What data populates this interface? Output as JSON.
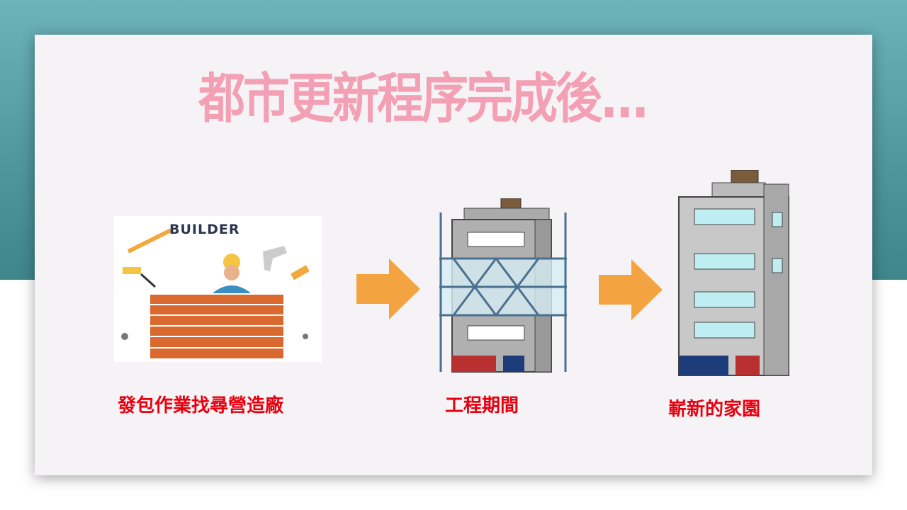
{
  "slide": {
    "title": "都市更新程序完成後...",
    "steps": [
      {
        "caption": "發包作業找尋營造廠",
        "image_label": "BUILDER"
      },
      {
        "caption": "工程期間"
      },
      {
        "caption": "嶄新的家園"
      }
    ],
    "colors": {
      "title": "#f4a0b4",
      "caption": "#e8000e",
      "arrow": "#f3a440",
      "background": "#5ea6ad"
    }
  }
}
